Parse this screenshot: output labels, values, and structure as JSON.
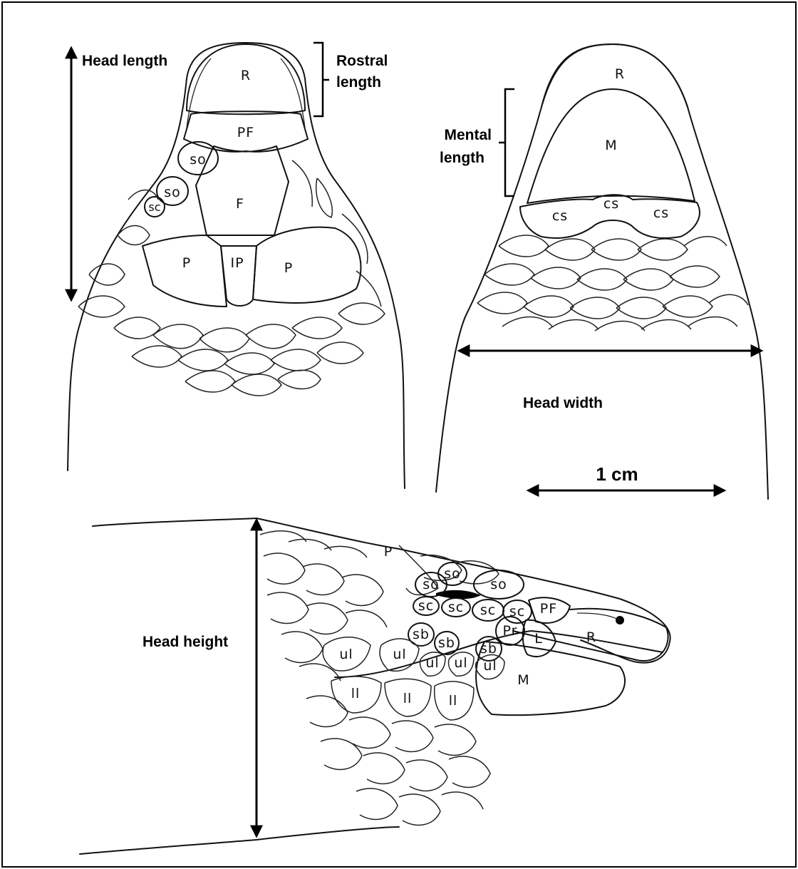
{
  "measurements": {
    "head_length": "Head length",
    "rostral_length_line1": "Rostral",
    "rostral_length_line2": "length",
    "mental_length_line1": "Mental",
    "mental_length_line2": "length",
    "head_width": "Head width",
    "head_height": "Head height",
    "scale_bar": "1 cm"
  },
  "dorsal_view": {
    "rostral": "R",
    "prefrontal": "PF",
    "supraocular_1": "so",
    "supraocular_2": "so",
    "supraciliary": "sc",
    "frontal": "F",
    "parietal_left": "P",
    "interparietal": "IP",
    "parietal_right": "P"
  },
  "ventral_view": {
    "rostral": "R",
    "mental": "M",
    "chin_shield_left": "cs",
    "chin_shield_mid": "cs",
    "chin_shield_right": "cs"
  },
  "lateral_view": {
    "parietal": "P",
    "so_1": "so",
    "so_2": "so",
    "so_3": "so",
    "sc_1": "sc",
    "sc_2": "sc",
    "sc_3": "sc",
    "sc_4": "sc",
    "prefrontal": "PF",
    "sb_1": "sb",
    "sb_2": "sb",
    "sb_3": "sb",
    "preocular": "Pr",
    "loreal": "L",
    "rostral": "R",
    "ul_1": "ul",
    "ul_2": "ul",
    "ul_3": "ul",
    "ul_4": "ul",
    "ul_5": "ul",
    "ll_1": "ll",
    "ll_2": "ll",
    "ll_3": "ll",
    "mental": "M"
  }
}
